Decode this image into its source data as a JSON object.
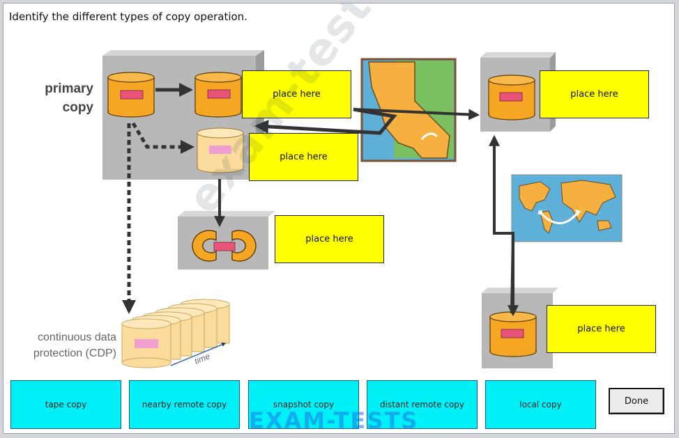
{
  "question": "Identify the different types of copy operation.",
  "diagram": {
    "primary_label_line1": "primary",
    "primary_label_line2": "copy",
    "cdp_label_line1": "continuous data",
    "cdp_label_line2": "protection (CDP)",
    "time_label": "time"
  },
  "drop_targets": [
    {
      "label": "place here"
    },
    {
      "label": "place here"
    },
    {
      "label": "place here"
    },
    {
      "label": "place here"
    },
    {
      "label": "place here"
    }
  ],
  "options": [
    {
      "label": "tape copy"
    },
    {
      "label": "nearby remote copy"
    },
    {
      "label": "snapshot copy"
    },
    {
      "label": "distant remote copy"
    },
    {
      "label": "local copy"
    }
  ],
  "done_label": "Done",
  "watermarks": {
    "diagonal": "exam-tests.com",
    "bottom": "EXAM-TESTS"
  },
  "colors": {
    "drop_target": "#ffff00",
    "option": "#00f0f8",
    "disk": "#f5a623",
    "disk_label": "#e8547a",
    "server_block": "#b8b8b8"
  }
}
